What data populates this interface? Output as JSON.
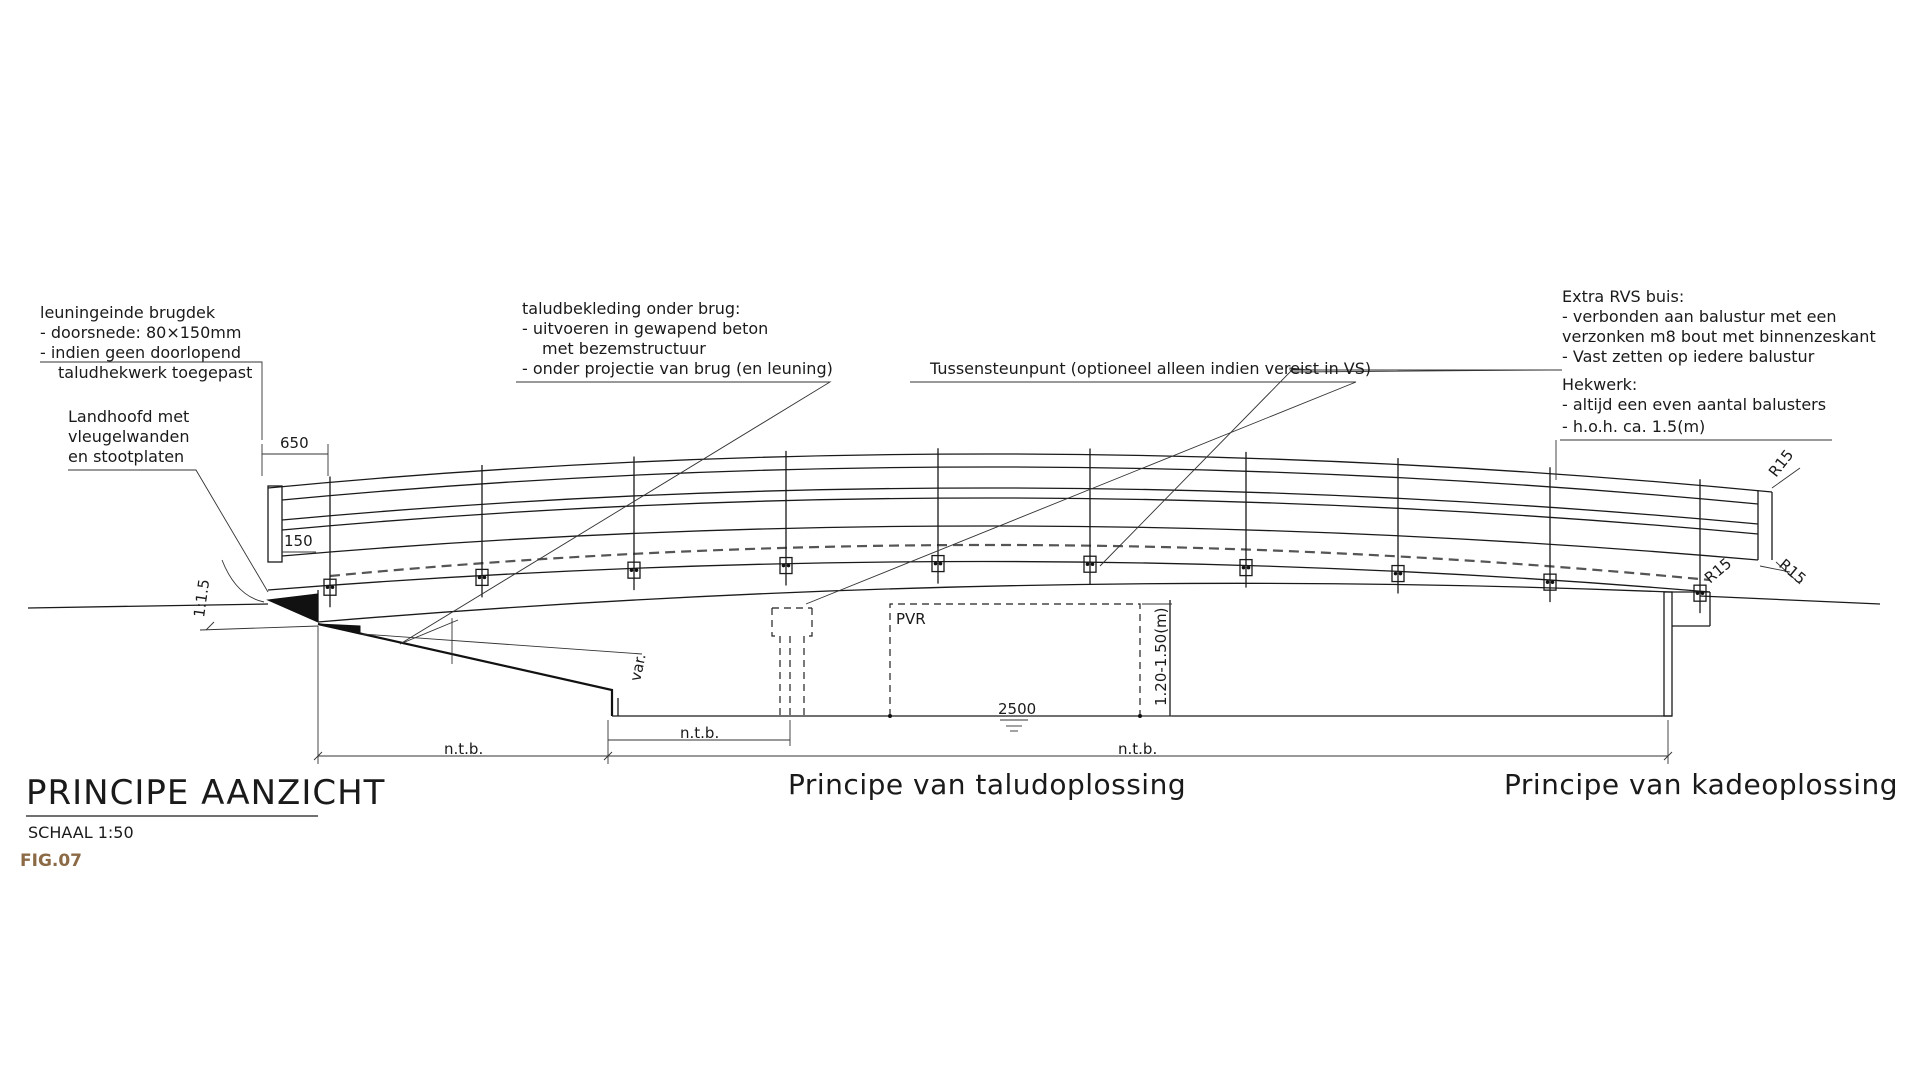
{
  "figure": {
    "title": "PRINCIPE AANZICHT",
    "scale": "SCHAAL 1:50",
    "fig_label": "FIG.07"
  },
  "notes": {
    "leuningeinde": [
      "leuningeinde brugdek",
      "- doorsnede: 80×150mm",
      "- indien geen doorlopend",
      "   taludhekwerk toegepast"
    ],
    "landhoofd": [
      "Landhoofd met",
      "vleugelwanden",
      "en stootplaten"
    ],
    "taludbekleding": [
      "taludbekleding onder brug:",
      "- uitvoeren in gewapend beton",
      "   met bezemstructuur",
      "- onder projectie van brug (en leuning)"
    ],
    "tussensteunpunt": "Tussensteunpunt (optioneel alleen indien vereist in VS)",
    "extra_rvs": [
      "Extra RVS buis:",
      "- verbonden aan balustur met een",
      "verzonken m8 bout met binnenzeskant",
      "- Vast zetten op iedere balustur"
    ],
    "hekwerk": [
      "Hekwerk:",
      "- altijd een even aantal balusters",
      "- h.o.h. ca. 1.5(m)"
    ]
  },
  "dimensions": {
    "d650": "650",
    "d150": "150",
    "slope": "1:1.5",
    "var": "var.",
    "pvr": "PVR",
    "clearance": "1.20-1.50(m)",
    "width": "2500",
    "ntb_left": "n.t.b.",
    "ntb_mid": "n.t.b.",
    "ntb_right": "n.t.b.",
    "r15_top": "R15",
    "r15_left": "R15",
    "r15_right": "R15"
  },
  "captions": {
    "talud": "Principe van taludoplossing",
    "kade": "Principe van kadeoplossing"
  }
}
